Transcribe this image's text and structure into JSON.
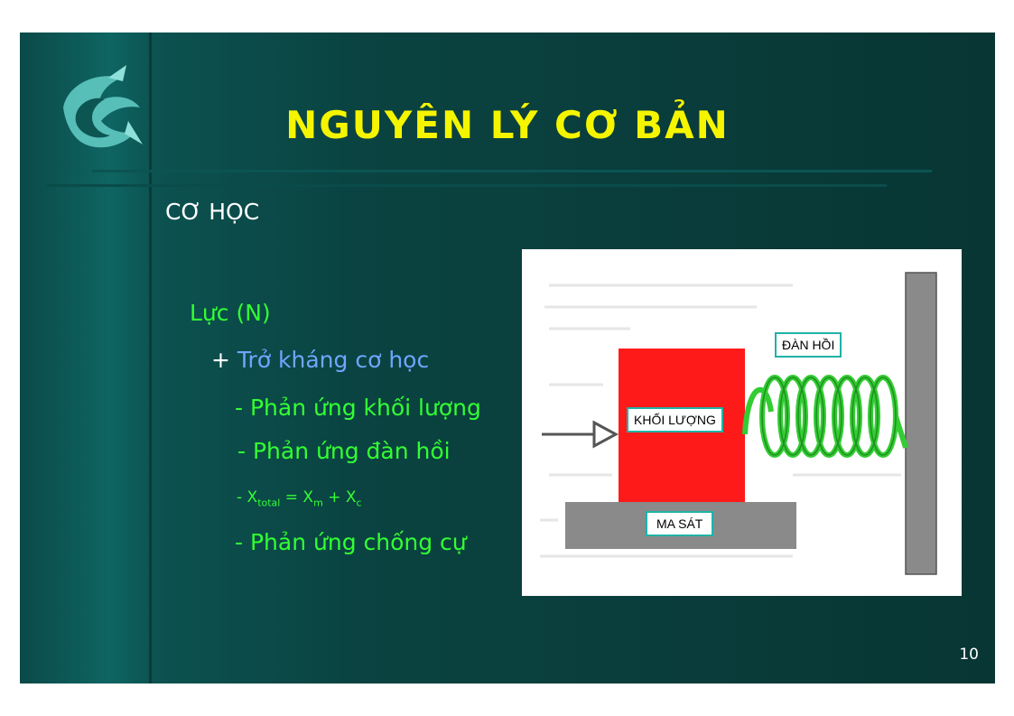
{
  "slide": {
    "title": "NGUYÊN LÝ CƠ BẢN",
    "subtitle": "CƠ HỌC",
    "page_number": "10"
  },
  "content": {
    "force": "Lực (N)",
    "impedance_prefix": "+",
    "impedance": "Trở kháng cơ học",
    "mass_response": "- Phản ứng khối lượng",
    "elastic_response": "- Phản ứng đàn hồi",
    "formula": {
      "dash": "-",
      "x": "X",
      "total_sub": "total",
      "eq": "= X",
      "m_sub": "m",
      "plus": "+ X",
      "c_sub": "c"
    },
    "resistance_response": "- Phản ứng chống cự"
  },
  "diagram": {
    "mass_label": "KHỐI LƯỢNG",
    "spring_label": "ĐÀN HỒI",
    "friction_label": "MA SÁT"
  },
  "colors": {
    "title": "#f5f500",
    "green_text": "#33ff33",
    "blue_text": "#6ea6ff",
    "mass_block": "#ff1a1a",
    "spring": "#33cc33",
    "label_border": "#1fb3a6"
  }
}
